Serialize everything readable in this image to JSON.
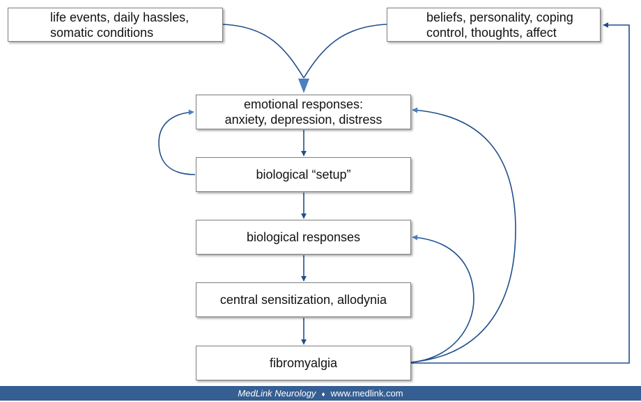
{
  "boxes": {
    "life_events": "life events, daily hassles,\nsomatic conditions",
    "beliefs": "beliefs, personality, coping\ncontrol, thoughts, affect",
    "emotional": "emotional responses:\nanxiety, depression, distress",
    "setup": "biological “setup”",
    "bio_responses": "biological responses",
    "central": "central sensitization, allodynia",
    "fibromyalgia": "fibromyalgia"
  },
  "footer": {
    "brand": "MedLink Neurology",
    "separator": "♦",
    "url": "www.medlink.com"
  },
  "colors": {
    "arrow": "#1f4e8c",
    "arrow_light": "#4a7fc1",
    "footer_bg": "#355e92"
  }
}
